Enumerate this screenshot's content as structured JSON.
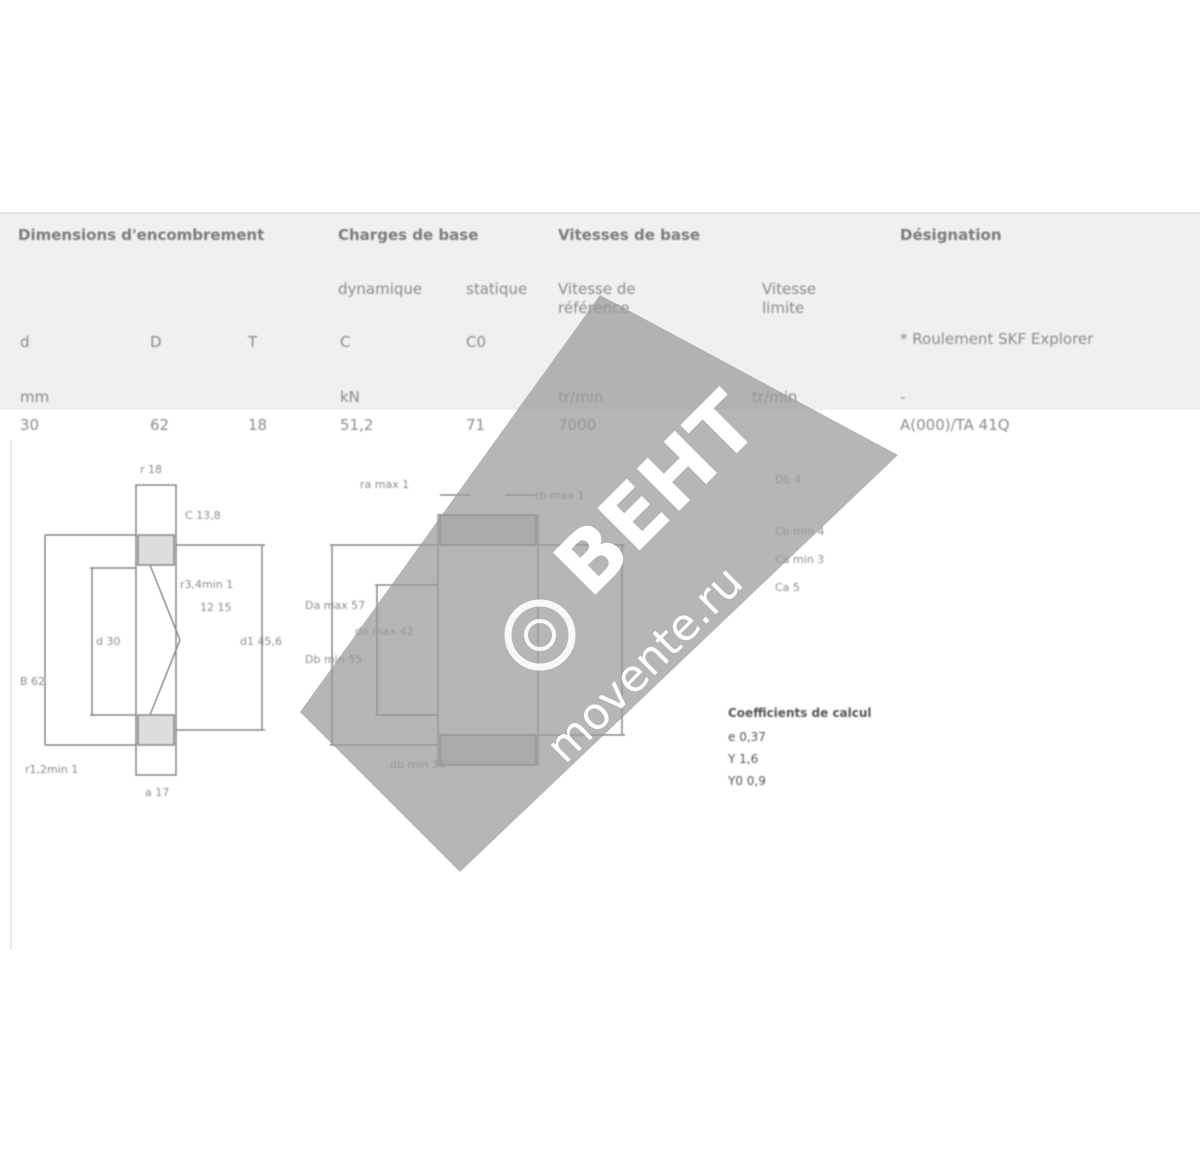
{
  "header": {
    "group_dimensions": "Dimensions d'encombrement",
    "group_loads": "Charges de base",
    "group_speeds": "Vitesses de base",
    "group_designation": "Désignation",
    "sub_dynamic": "dynamique",
    "sub_static": "statique",
    "sub_reference_speed": "Vitesse de référence",
    "sub_limit_speed": "Vitesse limite",
    "explorer_note": "* Roulement SKF Explorer",
    "cols": [
      "d",
      "D",
      "T",
      "C",
      "C0"
    ],
    "units": [
      "mm",
      "kN",
      "tr/min",
      "tr/min",
      "-"
    ]
  },
  "row": {
    "d": "30",
    "D": "62",
    "T": "18",
    "C": "51,2",
    "C0": "71",
    "ref_speed": "7000",
    "designation": "A(000)/TA 41Q"
  },
  "drawing": {
    "labels": [
      "r 18",
      "C 13,8",
      "r3,4min 1",
      "12 15",
      "d 30",
      "d1 45,6",
      "B 62",
      "r1,2min 1",
      "a 17",
      "ra max 1",
      "rb max 1",
      "Da max 57",
      "da max 42",
      "Db min 55",
      "db min 36",
      "Ca min 3",
      "Cb min 4",
      "Ca 5",
      "Db 4"
    ]
  },
  "coefficients": {
    "title": "Coefficients de calcul",
    "e": "e 0,37",
    "Y": "Y 1,6",
    "Y0": "Y0 0,9"
  },
  "watermark": {
    "brand": "ВЕНТ",
    "site": "movente.ru",
    "color": "#9a9a9a"
  }
}
